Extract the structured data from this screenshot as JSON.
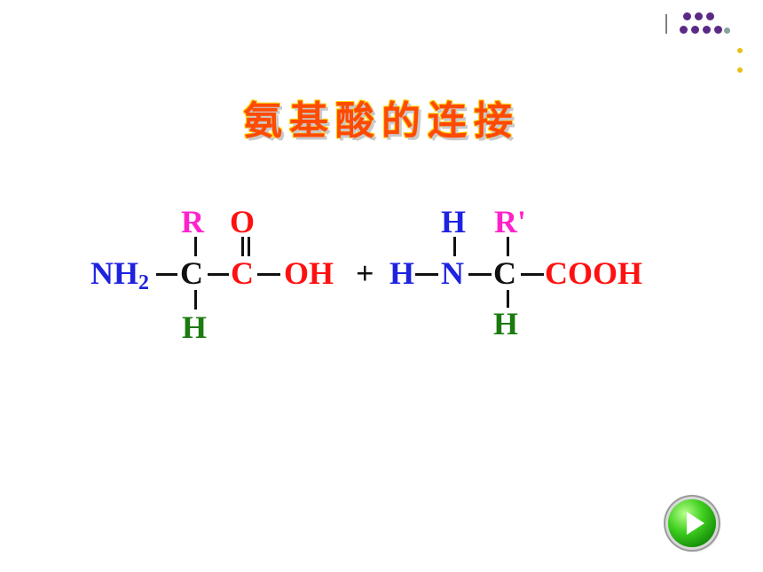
{
  "slide": {
    "title": "氨基酸的连接"
  },
  "molecule1": {
    "nh2_prefix": "NH",
    "nh2_sub": "2",
    "c_alpha": "C",
    "r_group": "R",
    "h_bottom": "H",
    "carbonyl_c": "C",
    "carbonyl_o": "O",
    "oh": "OH"
  },
  "plus_sign": "+",
  "molecule2": {
    "h_left": "H",
    "n": "N",
    "h_top": "H",
    "c_alpha": "C",
    "r_group": "R'",
    "h_bottom": "H",
    "cooh": "COOH"
  },
  "controls": {
    "play_icon": "play-icon"
  },
  "colors": {
    "title": "#ff4a00",
    "amine": "#1f22e0",
    "carboxyl": "#ff1010",
    "r_group": "#ff22cc",
    "hydrogen": "#1b7a10",
    "carbon": "#111111",
    "decor_dots": "#5a2a86"
  }
}
